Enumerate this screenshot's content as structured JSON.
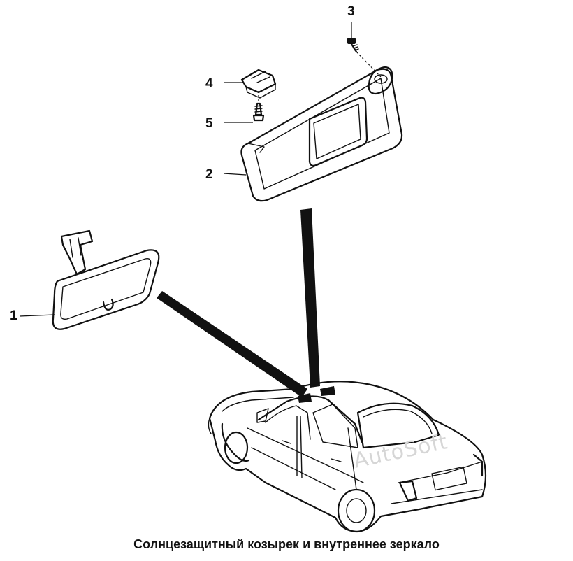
{
  "caption": "Солнцезащитный козырек и внутреннее зеркало",
  "watermark": "AutoSoft",
  "callouts": [
    {
      "id": "1",
      "label": "1"
    },
    {
      "id": "2",
      "label": "2"
    },
    {
      "id": "3",
      "label": "3"
    },
    {
      "id": "4",
      "label": "4"
    },
    {
      "id": "5",
      "label": "5"
    }
  ]
}
